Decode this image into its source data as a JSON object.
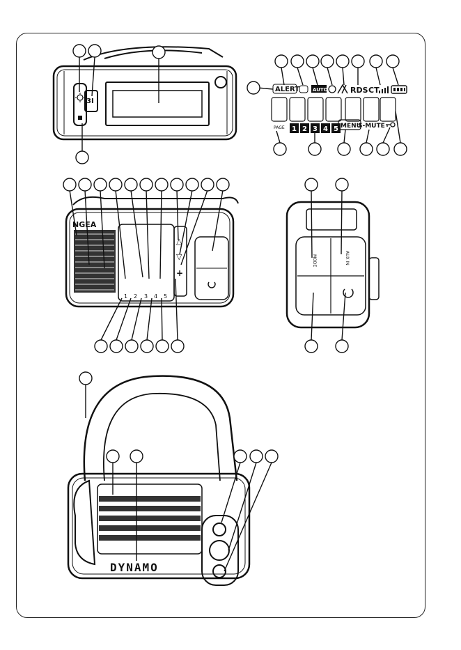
{
  "display": {
    "alert": "ALERT",
    "auto": "AUTO",
    "rds": "RDS",
    "ct": "CT",
    "page": "PAGE",
    "presets": [
      "1",
      "2",
      "3",
      "4",
      "5"
    ],
    "menu": "MENU",
    "smute": "S-MUTE"
  },
  "front_panel": {
    "brand": "NGEA",
    "preset_numbers": [
      "1",
      "2",
      "3",
      "4",
      "5"
    ],
    "plus": "+",
    "up": "△",
    "down": "▽"
  },
  "side_panel": {
    "aux_label": "AUX IN",
    "mode_label": "MODE"
  },
  "back": {
    "dynamo": "DYNAMO"
  },
  "icons": [
    "light-icon",
    "sos-icon",
    "alarm-icon",
    "antenna-icon",
    "signal-icon",
    "battery-icon",
    "key-icon",
    "power-icon"
  ]
}
